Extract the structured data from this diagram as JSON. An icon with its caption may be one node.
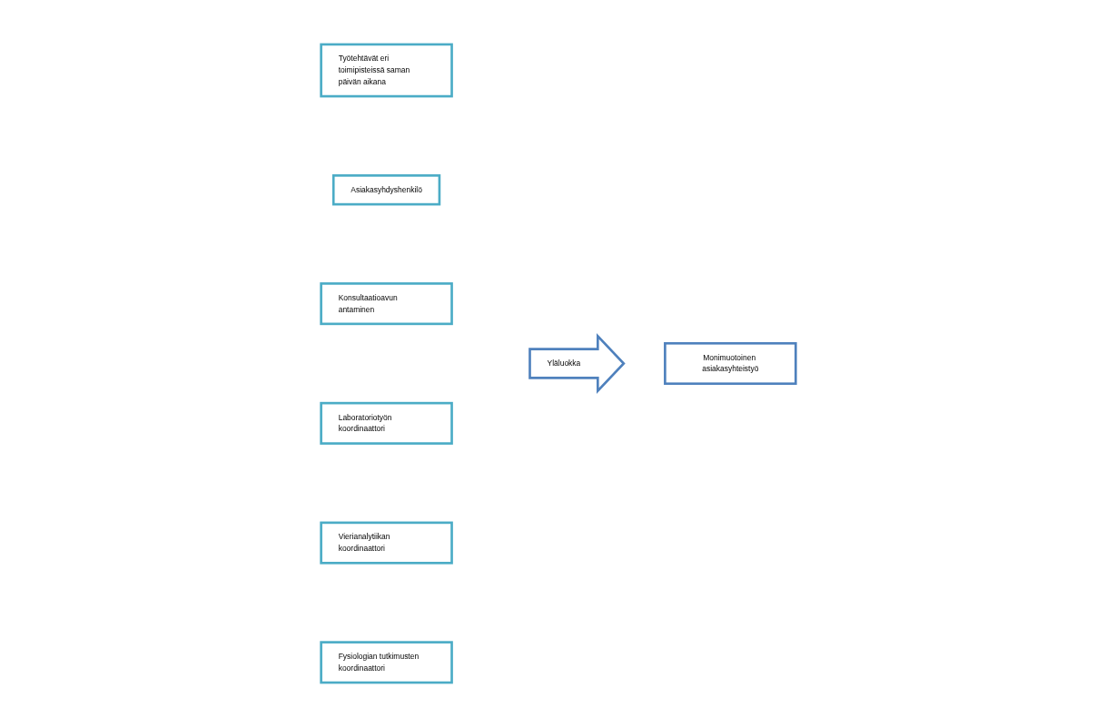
{
  "diagram": {
    "nodes": [
      {
        "text": [
          "Työtehtävät eri toimipisteissä saman päivän aikana"
        ]
      },
      {
        "text": [
          "Asiakasyhdyshenkilö"
        ]
      },
      {
        "text": [
          "Konsultaatioavun antaminen"
        ]
      },
      {
        "text": [
          "Laboratoriotyön koordinaattori"
        ]
      },
      {
        "text": [
          "Vierianalytiikan koordinaattori"
        ]
      },
      {
        "text": [
          "Fysiologian tutkimusten koordinaattori"
        ]
      },
      {
        "text": [
          "Yläluokka"
        ]
      },
      {
        "text": [
          "Monimuotoinen asiakasyhteistyö"
        ]
      }
    ]
  }
}
